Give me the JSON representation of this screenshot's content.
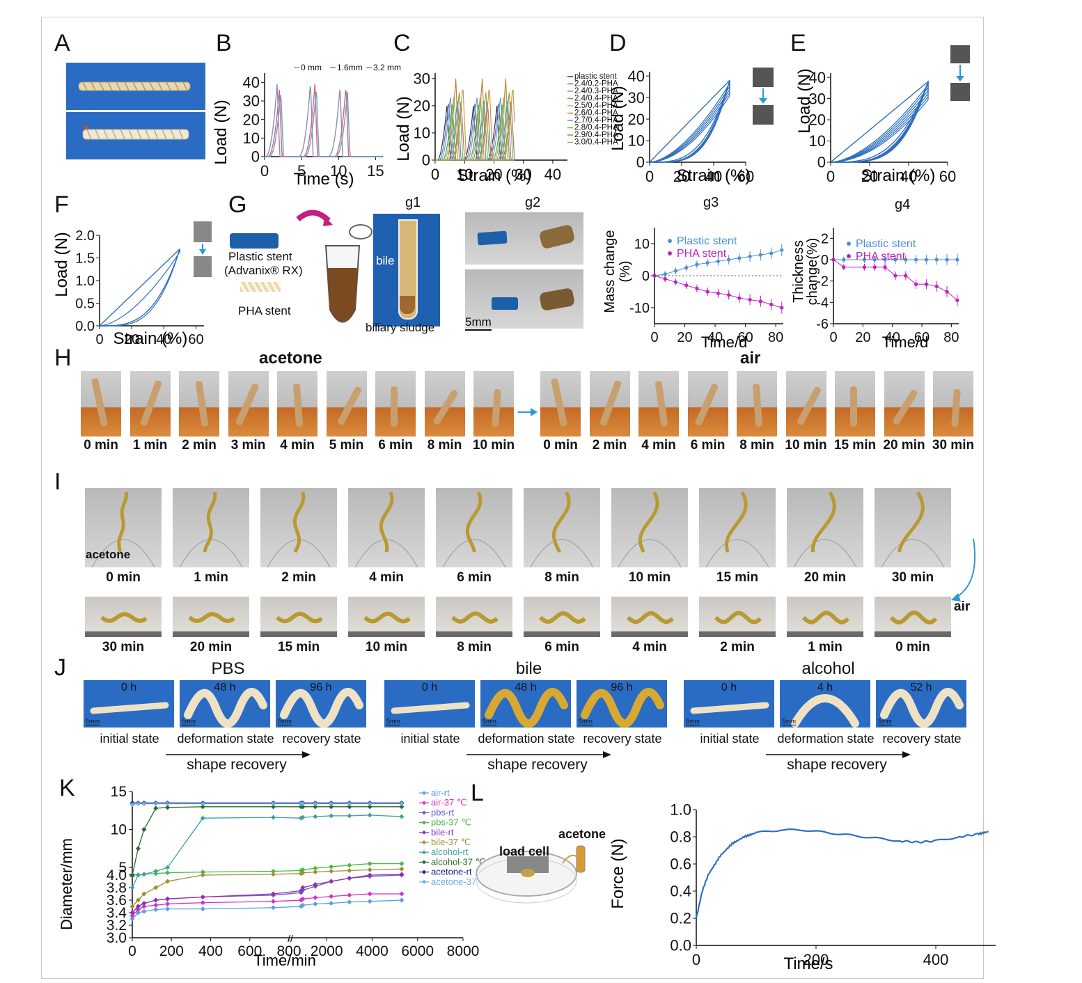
{
  "panels": {
    "A": "A",
    "B": "B",
    "C": "C",
    "D": "D",
    "E": "E",
    "F": "F",
    "G": "G",
    "H": "H",
    "I": "I",
    "J": "J",
    "K": "K",
    "L": "L"
  },
  "axes": {
    "load": "Load (N)",
    "time_s": "Time (s)",
    "strain": "Strain (%)",
    "mass": "Mass change",
    "mass2": "(%)",
    "thickness": "Thickness",
    "thickness2": "change(%)",
    "time_d": "Time/d",
    "diameter": "Diameter/mm",
    "time_min": "Time/min",
    "force": "Force (N)",
    "time_s2": "Time/s"
  },
  "G": {
    "plastic_stent": "Plastic stent",
    "advanix": "(Advanix® RX)",
    "pha_stent": "PHA stent",
    "g1": "g1",
    "g2": "g2",
    "g3": "g3",
    "g4": "g4",
    "bile": "bile",
    "sludge": "biliary sludge",
    "scale": "5mm"
  },
  "H": {
    "acetone": "acetone",
    "air": "air",
    "acetone_times": [
      "0 min",
      "1 min",
      "2 min",
      "3 min",
      "4 min",
      "5 min",
      "6 min",
      "8 min",
      "10 min"
    ],
    "air_times": [
      "0 min",
      "2 min",
      "4 min",
      "6 min",
      "8 min",
      "10 min",
      "15 min",
      "20 min",
      "30 min"
    ]
  },
  "I": {
    "acetone": "acetone",
    "air": "air",
    "row1_times": [
      "0 min",
      "1 min",
      "2 min",
      "4 min",
      "6 min",
      "8 min",
      "10 min",
      "15 min",
      "20 min",
      "30 min"
    ],
    "row2_times": [
      "30 min",
      "20 min",
      "15 min",
      "10 min",
      "8 min",
      "6 min",
      "4 min",
      "2 min",
      "1 min",
      "0 min"
    ]
  },
  "J": {
    "groups": [
      {
        "title": "PBS",
        "times": [
          "0 h",
          "48 h",
          "96 h"
        ]
      },
      {
        "title": "bile",
        "times": [
          "0 h",
          "48 h",
          "96 h"
        ]
      },
      {
        "title": "alcohol",
        "times": [
          "0 h",
          "4 h",
          "52 h"
        ]
      }
    ],
    "states": [
      "initial state",
      "deformation state",
      "recovery state"
    ],
    "recovery": "shape recovery",
    "scale": "5mm"
  },
  "L": {
    "load_cell": "load cell",
    "acetone": "acetone"
  },
  "chart_data": [
    {
      "panel": "B",
      "type": "line",
      "xlabel": "Time (s)",
      "ylabel": "Load (N)",
      "xlim": [
        0,
        16
      ],
      "ylim": [
        0,
        45
      ],
      "xticks": [
        0,
        5,
        10,
        15
      ],
      "yticks": [
        0,
        10,
        20,
        30,
        40
      ],
      "series": [
        {
          "name": "0 mm",
          "color": "#8a8db8",
          "peaks": [
            1.7,
            6.2,
            10.2
          ],
          "heights": [
            40,
            40,
            38
          ]
        },
        {
          "name": "1.6mm",
          "color": "#e06070",
          "peaks": [
            2.0,
            6.8,
            11.0
          ],
          "heights": [
            36,
            39,
            38
          ]
        },
        {
          "name": "3.2 mm",
          "color": "#6aa0c8",
          "peaks": [
            2.2,
            7.0,
            11.2
          ],
          "heights": [
            35,
            37,
            35
          ]
        }
      ]
    },
    {
      "panel": "C",
      "type": "line",
      "xlabel": "Strain (%)",
      "ylabel": "Load (N)",
      "xlim": [
        0,
        45
      ],
      "ylim": [
        0,
        32
      ],
      "xticks": [
        0,
        10,
        20,
        30,
        40
      ],
      "yticks": [
        0,
        10,
        20,
        30
      ],
      "legend": [
        "plastic stent",
        "2.4/0.2-PHA",
        "2.4/0.3-PHA",
        "2.4/0.4-PHA",
        "2.5/0.4-PHA",
        "2.6/0.4-PHA",
        "2.7/0.4-PHA",
        "2.8/0.4-PHA",
        "2.9/0.4-PHA",
        "3.0/0.4-PHA"
      ],
      "colors": [
        "#333366",
        "#6677aa",
        "#7799cc",
        "#44aa55",
        "#99bb66",
        "#bb8833",
        "#5599bb",
        "#88aa44",
        "#aa7766",
        "#cc9944"
      ],
      "peak_heights": [
        20,
        22,
        24,
        21,
        25,
        30,
        23,
        26,
        22,
        28
      ]
    },
    {
      "panel": "D",
      "type": "line",
      "xlabel": "Strain (%)",
      "ylabel": "Load (N)",
      "xlim": [
        0,
        60
      ],
      "ylim": [
        0,
        42
      ],
      "xticks": [
        0,
        20,
        40,
        60
      ],
      "yticks": [
        0,
        10,
        20,
        30,
        40
      ],
      "peak": {
        "strain": 50,
        "load": 38
      }
    },
    {
      "panel": "E",
      "type": "line",
      "xlabel": "Strain (%)",
      "ylabel": "Load (N)",
      "xlim": [
        0,
        60
      ],
      "ylim": [
        0,
        42
      ],
      "xticks": [
        0,
        20,
        40,
        60
      ],
      "yticks": [
        0,
        10,
        20,
        30,
        40
      ],
      "peak": {
        "strain": 50,
        "load": 38
      }
    },
    {
      "panel": "F",
      "type": "line",
      "xlabel": "Strain (%)",
      "ylabel": "Load (N)",
      "xlim": [
        0,
        65
      ],
      "ylim": [
        0,
        2.0
      ],
      "xticks": [
        0,
        20,
        40,
        60
      ],
      "yticks": [
        0.0,
        0.5,
        1.0,
        1.5,
        2.0
      ],
      "peak": {
        "strain": 50,
        "load": 1.7
      }
    },
    {
      "panel": "g3",
      "type": "scatter",
      "xlabel": "Time/d",
      "ylabel": "Mass change (%)",
      "xlim": [
        0,
        85
      ],
      "ylim": [
        -15,
        15
      ],
      "xticks": [
        0,
        20,
        40,
        60,
        80
      ],
      "yticks": [
        -10,
        0,
        10
      ],
      "x": [
        0,
        7,
        14,
        21,
        28,
        35,
        42,
        49,
        56,
        63,
        70,
        77,
        84
      ],
      "series": [
        {
          "name": "Plastic stent",
          "color": "#4a90d9",
          "values": [
            0,
            0.5,
            1.5,
            2.5,
            3.5,
            4,
            4.5,
            5,
            5.5,
            6,
            6.5,
            7,
            8
          ]
        },
        {
          "name": "PHA stent",
          "color": "#c020c0",
          "values": [
            0,
            -1,
            -2,
            -3,
            -4,
            -5,
            -5.5,
            -6,
            -7,
            -7.5,
            -8,
            -9,
            -10
          ]
        }
      ]
    },
    {
      "panel": "g4",
      "type": "scatter",
      "xlabel": "Time/d",
      "ylabel": "Thickness change(%)",
      "xlim": [
        0,
        85
      ],
      "ylim": [
        -6,
        3
      ],
      "xticks": [
        0,
        20,
        40,
        60,
        80
      ],
      "yticks": [
        -6,
        -4,
        -2,
        0,
        2
      ],
      "x": [
        0,
        7,
        21,
        28,
        35,
        42,
        49,
        56,
        63,
        70,
        77,
        84
      ],
      "series": [
        {
          "name": "Plastic stent",
          "color": "#4a90d9",
          "values": [
            0,
            0,
            0,
            0,
            0,
            0,
            0,
            0,
            0,
            0,
            0,
            0
          ]
        },
        {
          "name": "PHA stent",
          "color": "#c020c0",
          "values": [
            0,
            -0.7,
            -0.7,
            -0.7,
            -0.7,
            -1.5,
            -1.5,
            -2.3,
            -2.3,
            -2.5,
            -3.0,
            -3.8
          ]
        }
      ]
    },
    {
      "panel": "K",
      "type": "line",
      "xlabel": "Time/min",
      "ylabel": "Diameter/mm",
      "xticks": [
        0,
        200,
        400,
        600,
        800,
        2000,
        4000,
        6000,
        8000
      ],
      "yticks": [
        3.0,
        3.2,
        3.4,
        3.6,
        3.8,
        4.0,
        5,
        10,
        15
      ],
      "x": [
        0,
        30,
        60,
        120,
        180,
        360,
        720,
        870,
        950,
        1500,
        2200,
        3000,
        3900,
        5300
      ],
      "series": [
        {
          "name": "air-rt",
          "color": "#5aa0e0",
          "values": [
            3.3,
            3.4,
            3.42,
            3.45,
            3.46,
            3.46,
            3.48,
            3.5,
            3.52,
            3.54,
            3.55,
            3.57,
            3.58,
            3.6
          ]
        },
        {
          "name": "air-37 ℃",
          "color": "#d030d0",
          "values": [
            3.35,
            3.45,
            3.5,
            3.52,
            3.54,
            3.56,
            3.58,
            3.6,
            3.62,
            3.64,
            3.66,
            3.68,
            3.7,
            3.7
          ]
        },
        {
          "name": "pbs-rt",
          "color": "#6a5acd",
          "values": [
            3.4,
            3.5,
            3.55,
            3.6,
            3.62,
            3.65,
            3.68,
            3.72,
            3.76,
            3.82,
            3.9,
            3.95,
            3.98,
            4.0
          ]
        },
        {
          "name": "pbs-37 ℃",
          "color": "#44bb44",
          "values": [
            4.0,
            4.05,
            4.1,
            4.2,
            4.3,
            4.4,
            4.5,
            4.6,
            4.7,
            4.9,
            5.1,
            5.3,
            5.5,
            5.5
          ]
        },
        {
          "name": "bile-rt",
          "color": "#9030b0",
          "values": [
            3.4,
            3.5,
            3.55,
            3.6,
            3.62,
            3.65,
            3.7,
            3.75,
            3.8,
            3.85,
            3.9,
            3.95,
            4.0,
            4.1
          ]
        },
        {
          "name": "bile-37 ℃",
          "color": "#a09030",
          "values": [
            3.5,
            3.6,
            3.7,
            3.8,
            3.9,
            4.0,
            4.1,
            4.2,
            4.3,
            4.4,
            4.5,
            4.6,
            4.7,
            4.8
          ]
        },
        {
          "name": "alcohol-rt",
          "color": "#40a0a0",
          "values": [
            3.8,
            4.0,
            4.1,
            4.5,
            5.0,
            11.5,
            11.6,
            11.5,
            11.6,
            11.7,
            11.8,
            11.8,
            11.9,
            11.7
          ]
        },
        {
          "name": "alcohol-37 ℃",
          "color": "#2a6a2a",
          "values": [
            4.0,
            7.5,
            10.0,
            12.8,
            12.9,
            13.0,
            13.0,
            13.0,
            13.0,
            13.0,
            13.0,
            13.0,
            13.0,
            13.0
          ]
        },
        {
          "name": "acetone-rt",
          "color": "#1a1a8a",
          "values": [
            13.5,
            13.5,
            13.5,
            13.5,
            13.5,
            13.5,
            13.5,
            13.5,
            13.5,
            13.5,
            13.5,
            13.5,
            13.5,
            13.5
          ]
        },
        {
          "name": "acetone-37 ℃",
          "color": "#6ab0e8",
          "values": [
            13.3,
            13.4,
            13.4,
            13.4,
            13.4,
            13.4,
            13.4,
            13.4,
            13.4,
            13.4,
            13.4,
            13.4,
            13.4,
            13.4
          ]
        }
      ]
    },
    {
      "panel": "L",
      "type": "line",
      "xlabel": "Time/s",
      "ylabel": "Force (N)",
      "xlim": [
        0,
        500
      ],
      "ylim": [
        0,
        1.0
      ],
      "xticks": [
        0,
        200,
        400
      ],
      "yticks": [
        0.0,
        0.2,
        0.4,
        0.6,
        0.8,
        1.0
      ],
      "x": [
        0,
        10,
        20,
        40,
        60,
        80,
        100,
        140,
        180,
        220,
        260,
        300,
        340,
        370,
        400,
        440,
        470,
        490
      ],
      "values": [
        0.2,
        0.4,
        0.52,
        0.66,
        0.75,
        0.8,
        0.83,
        0.85,
        0.85,
        0.83,
        0.81,
        0.79,
        0.77,
        0.76,
        0.77,
        0.8,
        0.82,
        0.84
      ]
    }
  ]
}
